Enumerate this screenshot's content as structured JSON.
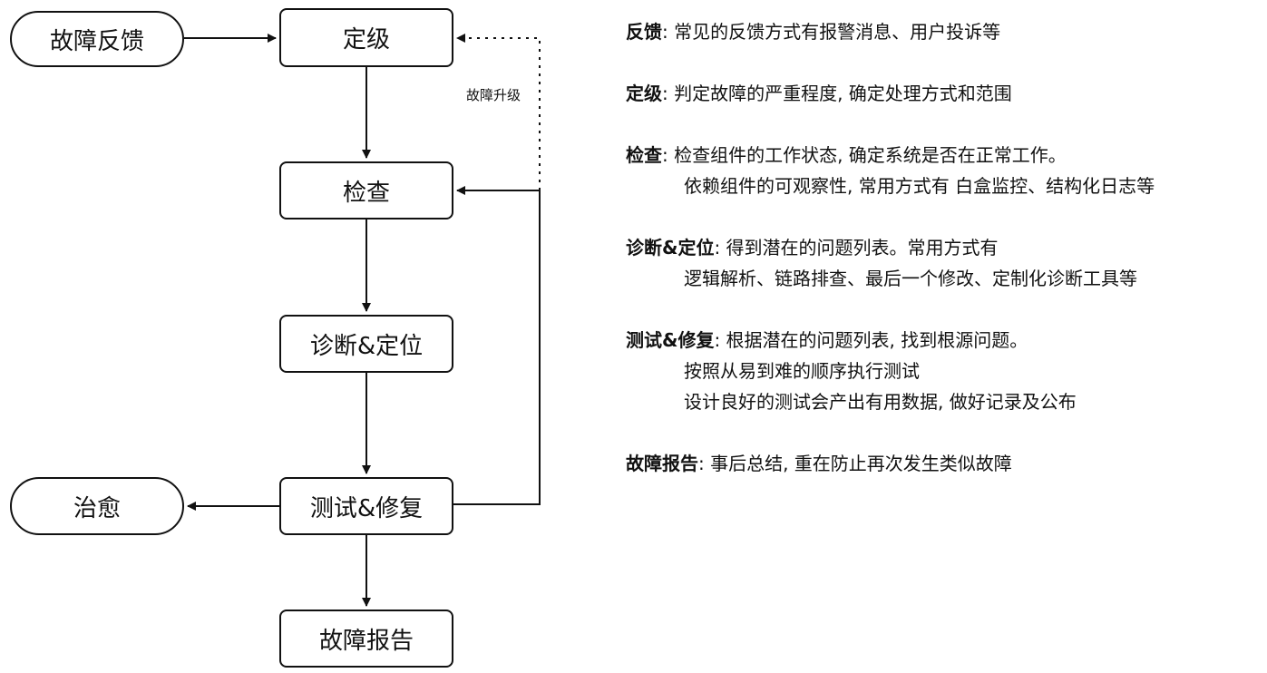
{
  "nodes": {
    "feedback": "故障反馈",
    "grading": "定级",
    "check": "检查",
    "diagnose": "诊断&定位",
    "test_fix": "测试&修复",
    "cure": "治愈",
    "report": "故障报告"
  },
  "edges": {
    "escalation_label": "故障升级"
  },
  "notes": {
    "feedback": {
      "head": "反馈",
      "line1": ": 常见的反馈方式有报警消息、用户投诉等"
    },
    "grading": {
      "head": "定级",
      "line1": ": 判定故障的严重程度, 确定处理方式和范围"
    },
    "check": {
      "head": "检查",
      "line1": ": 检查组件的工作状态, 确定系统是否在正常工作。",
      "line2": "依赖组件的可观察性, 常用方式有 白盒监控、结构化日志等"
    },
    "diagnose": {
      "head": "诊断&定位",
      "line1": ": 得到潜在的问题列表。常用方式有",
      "line2": "逻辑解析、链路排查、最后一个修改、定制化诊断工具等"
    },
    "test_fix": {
      "head": "测试&修复",
      "line1": ": 根据潜在的问题列表, 找到根源问题。",
      "line2": "按照从易到难的顺序执行测试",
      "line3": "设计良好的测试会产出有用数据, 做好记录及公布"
    },
    "report": {
      "head": "故障报告",
      "line1": ": 事后总结, 重在防止再次发生类似故障"
    }
  }
}
